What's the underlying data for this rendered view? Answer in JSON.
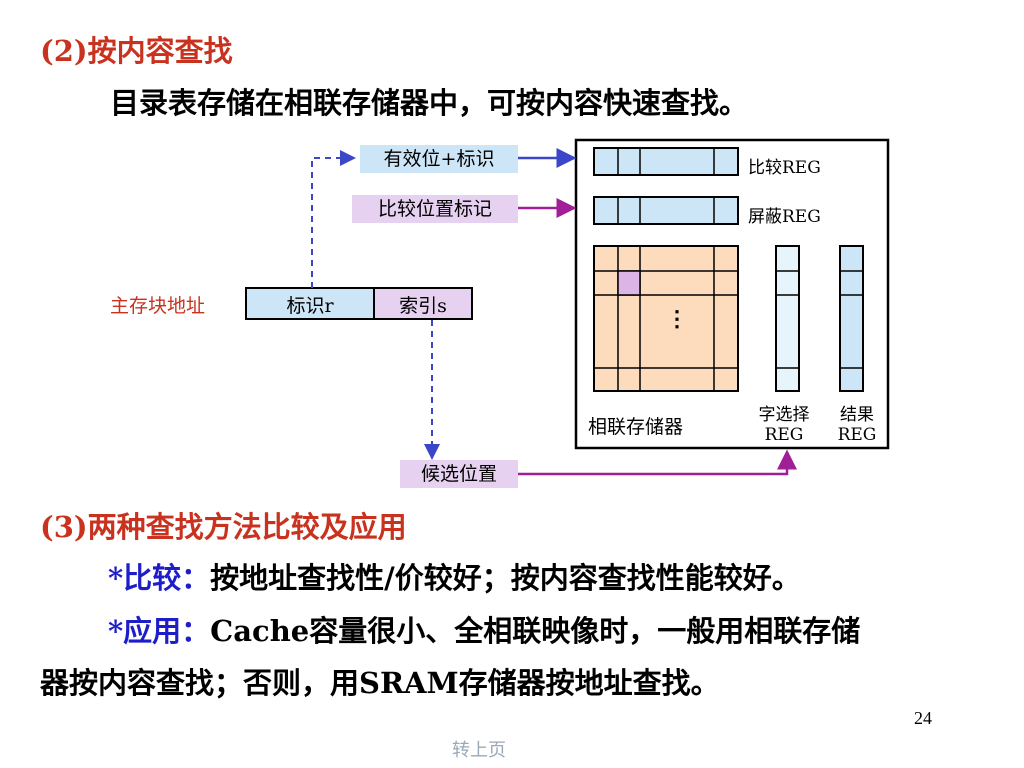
{
  "section2": {
    "heading": "(2)按内容查找",
    "desc": "目录表存储在相联存储器中，可按内容快速查找。"
  },
  "diagram": {
    "valid_tag_label": "有效位+标识",
    "compare_pos_label": "比较位置标记",
    "compare_reg": "比较REG",
    "mask_reg": "屏蔽REG",
    "assoc_mem": "相联存储器",
    "word_select": [
      "字选择",
      "REG"
    ],
    "result": [
      "结果",
      "REG"
    ],
    "main_addr": "主存块地址",
    "tag_field": "标识r",
    "index_field": "索引s",
    "candidate": "候选位置",
    "ellipsis": "⋮"
  },
  "section3": {
    "heading": "(3)两种查找方法比较及应用",
    "compare_prefix": "*比较：",
    "compare_text": "按地址查找性/价较好；按内容查找性能较好。",
    "apply_prefix": "*应用：",
    "apply_text1": "Cache容量很小、全相联映像时，一般用相联存储",
    "apply_text2": "器按内容查找；否则，用SRAM存储器按地址查找。"
  },
  "footer": {
    "page_number": "24",
    "link": "转上页"
  },
  "colors": {
    "heading": "#c8321e",
    "emphasis": "#1e1ec8",
    "arrow_blue": "#3c46c8",
    "arrow_purple": "#a01e96"
  }
}
